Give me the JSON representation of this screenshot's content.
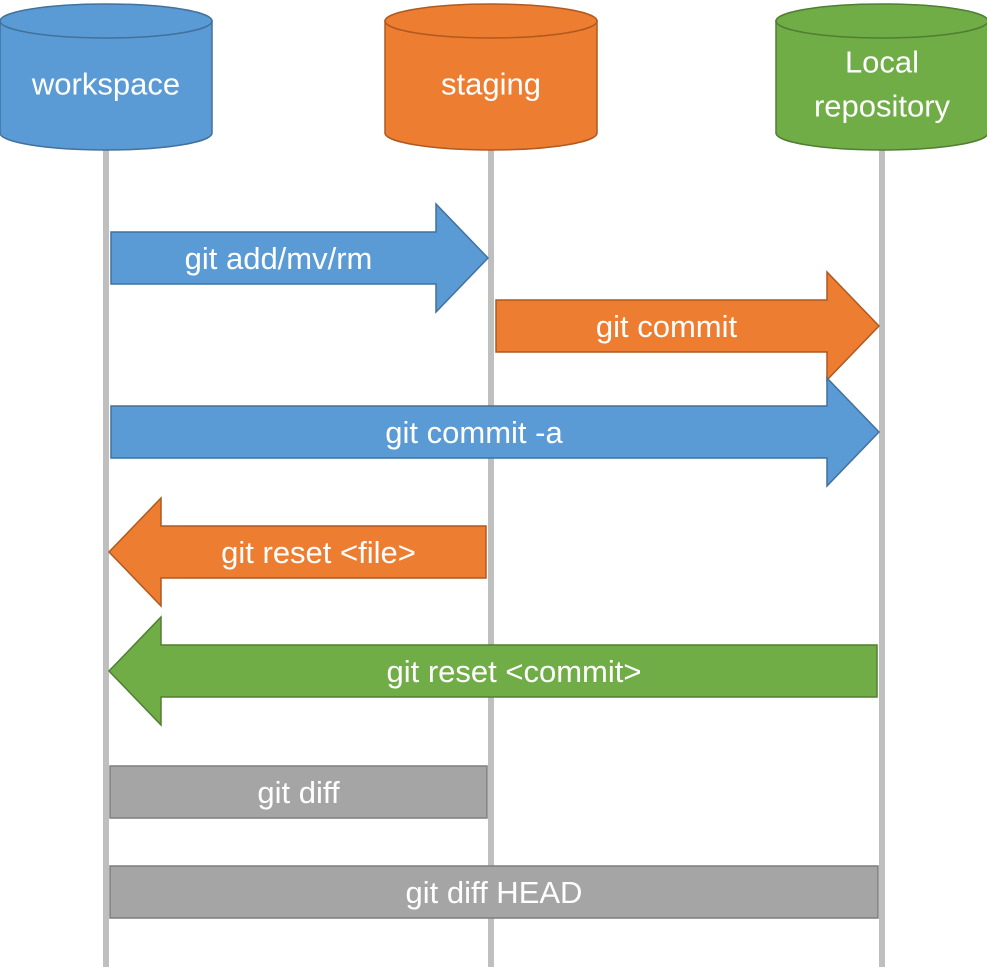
{
  "colors": {
    "blue": "#5B9BD5",
    "blue_stroke": "#41719C",
    "orange": "#ED7D31",
    "orange_stroke": "#AE5A21",
    "green": "#70AD47",
    "green_stroke": "#507E32",
    "gray": "#A5A5A5",
    "gray_stroke": "#7F7F7F",
    "lifeline": "#BFBFBF",
    "text": "#FFFFFF"
  },
  "nodes": [
    {
      "id": "workspace",
      "lines": [
        "workspace"
      ],
      "color": "blue"
    },
    {
      "id": "staging",
      "lines": [
        "staging"
      ],
      "color": "orange"
    },
    {
      "id": "local-repository",
      "lines": [
        "Local",
        "repository"
      ],
      "color": "green"
    }
  ],
  "operations": [
    {
      "id": "git-add",
      "label": "git add/mv/rm",
      "from": "workspace",
      "to": "staging",
      "kind": "arrow",
      "color": "blue"
    },
    {
      "id": "git-commit",
      "label": "git commit",
      "from": "staging",
      "to": "local-repository",
      "kind": "arrow",
      "color": "orange"
    },
    {
      "id": "git-commit-a",
      "label": "git commit -a",
      "from": "workspace",
      "to": "local-repository",
      "kind": "arrow",
      "color": "blue"
    },
    {
      "id": "git-reset-file",
      "label": "git reset <file>",
      "from": "staging",
      "to": "workspace",
      "kind": "arrow",
      "color": "orange"
    },
    {
      "id": "git-reset-commit",
      "label": "git reset <commit>",
      "from": "local-repository",
      "to": "workspace",
      "kind": "arrow",
      "color": "green"
    },
    {
      "id": "git-diff",
      "label": "git diff",
      "from": "workspace",
      "to": "staging",
      "kind": "bar",
      "color": "gray"
    },
    {
      "id": "git-diff-head",
      "label": "git diff HEAD",
      "from": "workspace",
      "to": "local-repository",
      "kind": "bar",
      "color": "gray"
    }
  ]
}
